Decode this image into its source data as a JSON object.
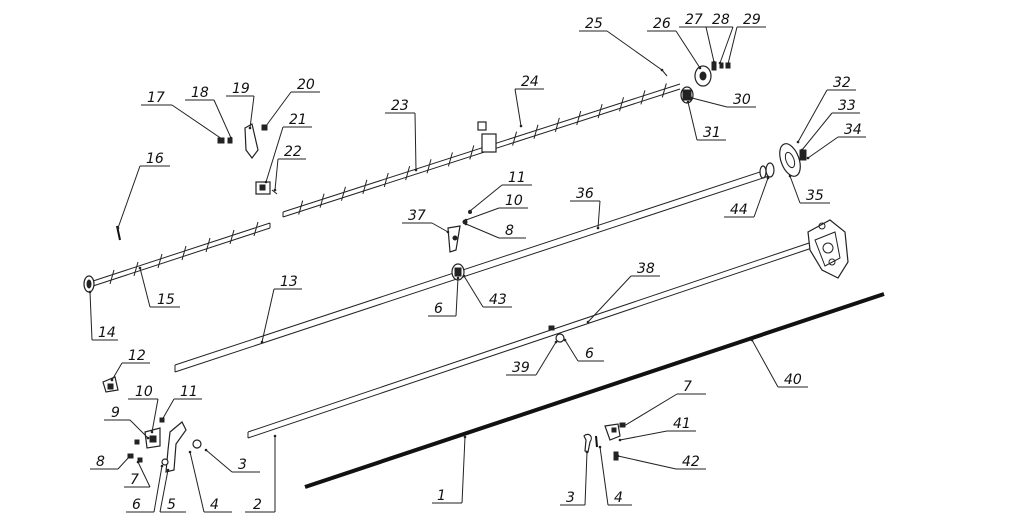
{
  "diagram": {
    "callouts": [
      {
        "id": "c1",
        "text": "1"
      },
      {
        "id": "c2",
        "text": "2"
      },
      {
        "id": "c3a",
        "text": "3"
      },
      {
        "id": "c3b",
        "text": "3"
      },
      {
        "id": "c4a",
        "text": "4"
      },
      {
        "id": "c4b",
        "text": "4"
      },
      {
        "id": "c5",
        "text": "5"
      },
      {
        "id": "c6a",
        "text": "6"
      },
      {
        "id": "c6b",
        "text": "6"
      },
      {
        "id": "c6c",
        "text": "6"
      },
      {
        "id": "c7a",
        "text": "7"
      },
      {
        "id": "c7b",
        "text": "7"
      },
      {
        "id": "c8a",
        "text": "8"
      },
      {
        "id": "c8b",
        "text": "8"
      },
      {
        "id": "c9",
        "text": "9"
      },
      {
        "id": "c10a",
        "text": "10"
      },
      {
        "id": "c10b",
        "text": "10"
      },
      {
        "id": "c11a",
        "text": "11"
      },
      {
        "id": "c11b",
        "text": "11"
      },
      {
        "id": "c12",
        "text": "12"
      },
      {
        "id": "c13",
        "text": "13"
      },
      {
        "id": "c14",
        "text": "14"
      },
      {
        "id": "c15",
        "text": "15"
      },
      {
        "id": "c16",
        "text": "16"
      },
      {
        "id": "c17",
        "text": "17"
      },
      {
        "id": "c18",
        "text": "18"
      },
      {
        "id": "c19",
        "text": "19"
      },
      {
        "id": "c20",
        "text": "20"
      },
      {
        "id": "c21",
        "text": "21"
      },
      {
        "id": "c22",
        "text": "22"
      },
      {
        "id": "c23",
        "text": "23"
      },
      {
        "id": "c24",
        "text": "24"
      },
      {
        "id": "c25",
        "text": "25"
      },
      {
        "id": "c26",
        "text": "26"
      },
      {
        "id": "c27",
        "text": "27"
      },
      {
        "id": "c28",
        "text": "28"
      },
      {
        "id": "c29",
        "text": "29"
      },
      {
        "id": "c30",
        "text": "30"
      },
      {
        "id": "c31",
        "text": "31"
      },
      {
        "id": "c32",
        "text": "32"
      },
      {
        "id": "c33",
        "text": "33"
      },
      {
        "id": "c34",
        "text": "34"
      },
      {
        "id": "c35",
        "text": "35"
      },
      {
        "id": "c36",
        "text": "36"
      },
      {
        "id": "c37",
        "text": "37"
      },
      {
        "id": "c38",
        "text": "38"
      },
      {
        "id": "c39",
        "text": "39"
      },
      {
        "id": "c40",
        "text": "40"
      },
      {
        "id": "c41",
        "text": "41"
      },
      {
        "id": "c42",
        "text": "42"
      },
      {
        "id": "c43",
        "text": "43"
      },
      {
        "id": "c44",
        "text": "44"
      }
    ]
  }
}
